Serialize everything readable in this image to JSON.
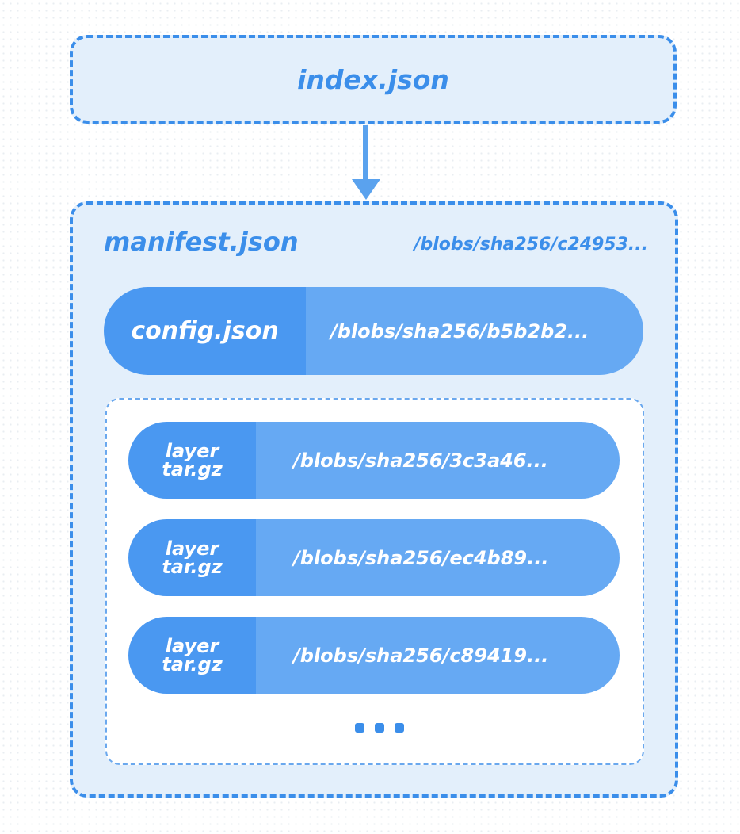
{
  "index": {
    "label": "index.json"
  },
  "manifest": {
    "label": "manifest.json",
    "path": "/blobs/sha256/c24953..."
  },
  "config": {
    "label": "config.json",
    "path": "/blobs/sha256/b5b2b2..."
  },
  "layers": [
    {
      "label_line1": "layer",
      "label_line2": "tar.gz",
      "path": "/blobs/sha256/3c3a46..."
    },
    {
      "label_line1": "layer",
      "label_line2": "tar.gz",
      "path": "/blobs/sha256/ec4b89..."
    },
    {
      "label_line1": "layer",
      "label_line2": "tar.gz",
      "path": "/blobs/sha256/c89419..."
    }
  ],
  "colors": {
    "accent": "#3b8eea",
    "box_fill": "#e3effb",
    "pill_left": "#4a98f1",
    "pill_right": "#66a9f3"
  },
  "icons": {
    "more": "ellipsis-icon",
    "link": "arrow-down-icon"
  }
}
